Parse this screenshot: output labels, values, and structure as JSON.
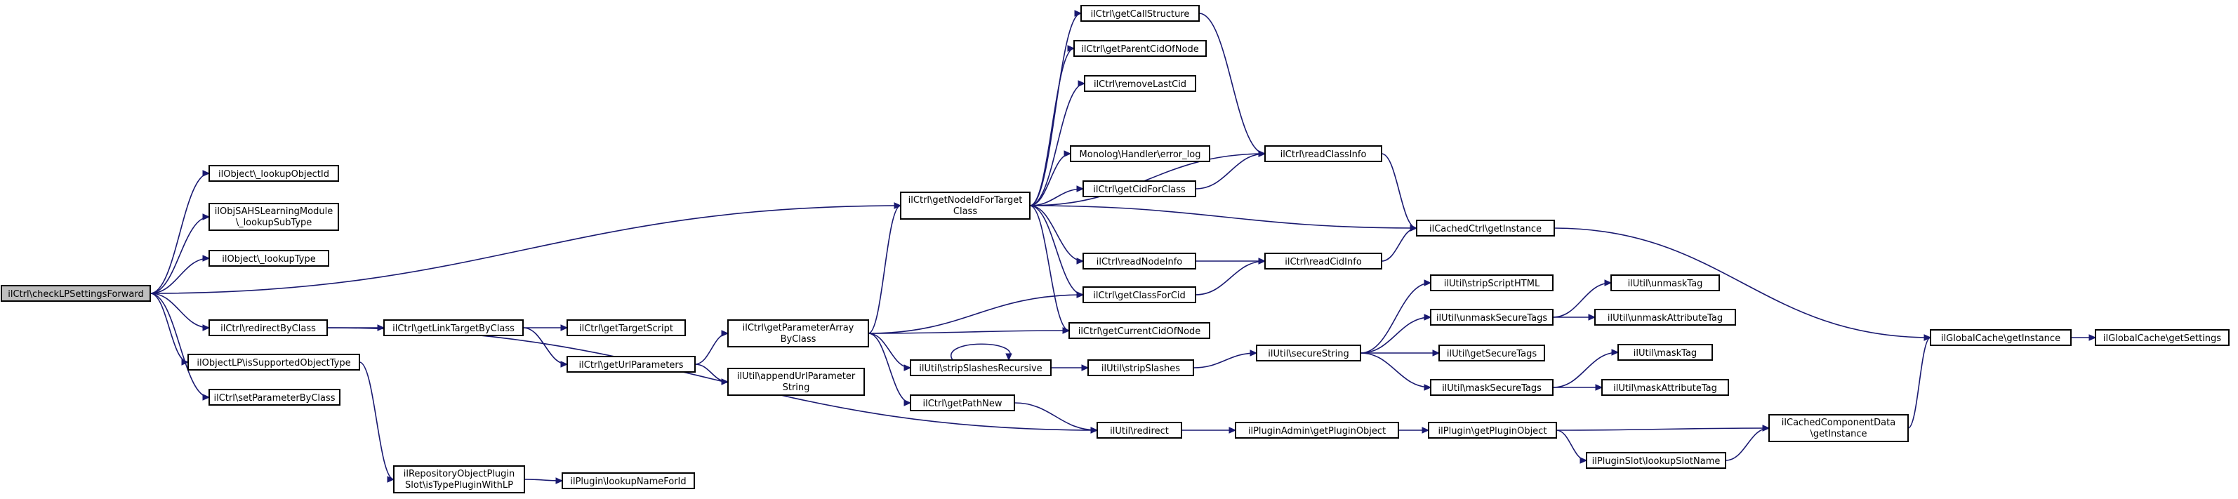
{
  "graph": {
    "colors": {
      "edge": "#191970",
      "node_border": "#000000",
      "root_fill": "#bfbfbf",
      "node_fill": "#ffffff"
    },
    "nodes": [
      {
        "id": "n0",
        "lines": [
          "ilCtrl\\checkLPSettingsForward"
        ],
        "root": true
      },
      {
        "id": "n1",
        "lines": [
          "ilObject\\_lookupObjectId"
        ]
      },
      {
        "id": "n2",
        "lines": [
          "ilObjSAHSLearningModule",
          "\\_lookupSubType"
        ]
      },
      {
        "id": "n3",
        "lines": [
          "ilObject\\_lookupType"
        ]
      },
      {
        "id": "n4",
        "lines": [
          "ilCtrl\\getNodeIdForTarget",
          "Class"
        ]
      },
      {
        "id": "n5",
        "lines": [
          "ilCtrl\\redirectByClass"
        ]
      },
      {
        "id": "n6",
        "lines": [
          "ilObjectLP\\isSupportedObjectType"
        ]
      },
      {
        "id": "n7",
        "lines": [
          "ilCtrl\\setParameterByClass"
        ]
      },
      {
        "id": "n8",
        "lines": [
          "ilCtrl\\getCallStructure"
        ]
      },
      {
        "id": "n9",
        "lines": [
          "ilCtrl\\getParentCidOfNode"
        ]
      },
      {
        "id": "n10",
        "lines": [
          "ilCtrl\\removeLastCid"
        ]
      },
      {
        "id": "n11",
        "lines": [
          "Monolog\\Handler\\error_log"
        ]
      },
      {
        "id": "n12",
        "lines": [
          "ilCtrl\\getCidForClass"
        ]
      },
      {
        "id": "n13",
        "lines": [
          "ilCtrl\\readClassInfo"
        ]
      },
      {
        "id": "n14",
        "lines": [
          "ilCachedCtrl\\getInstance"
        ]
      },
      {
        "id": "n15",
        "lines": [
          "ilCtrl\\readNodeInfo"
        ]
      },
      {
        "id": "n16",
        "lines": [
          "ilCtrl\\readCidInfo"
        ]
      },
      {
        "id": "n17",
        "lines": [
          "ilCtrl\\getClassForCid"
        ]
      },
      {
        "id": "n18",
        "lines": [
          "ilCtrl\\getCurrentCidOfNode"
        ]
      },
      {
        "id": "n19",
        "lines": [
          "ilCtrl\\getLinkTargetByClass"
        ]
      },
      {
        "id": "n20",
        "lines": [
          "ilCtrl\\getTargetScript"
        ]
      },
      {
        "id": "n21",
        "lines": [
          "ilCtrl\\getUrlParameters"
        ]
      },
      {
        "id": "n22",
        "lines": [
          "ilCtrl\\getParameterArray",
          "ByClass"
        ]
      },
      {
        "id": "n23",
        "lines": [
          "ilUtil\\appendUrlParameter",
          "String"
        ]
      },
      {
        "id": "n24",
        "lines": [
          "ilUtil\\stripSlashesRecursive"
        ]
      },
      {
        "id": "n25",
        "lines": [
          "ilCtrl\\getPathNew"
        ]
      },
      {
        "id": "n26",
        "lines": [
          "ilUtil\\stripSlashes"
        ]
      },
      {
        "id": "n27",
        "lines": [
          "ilUtil\\secureString"
        ]
      },
      {
        "id": "n28",
        "lines": [
          "ilUtil\\stripScriptHTML"
        ]
      },
      {
        "id": "n29",
        "lines": [
          "ilUtil\\unmaskSecureTags"
        ]
      },
      {
        "id": "n30",
        "lines": [
          "ilUtil\\getSecureTags"
        ]
      },
      {
        "id": "n31",
        "lines": [
          "ilUtil\\maskSecureTags"
        ]
      },
      {
        "id": "n32",
        "lines": [
          "ilUtil\\unmaskTag"
        ]
      },
      {
        "id": "n33",
        "lines": [
          "ilUtil\\unmaskAttributeTag"
        ]
      },
      {
        "id": "n34",
        "lines": [
          "ilUtil\\maskTag"
        ]
      },
      {
        "id": "n35",
        "lines": [
          "ilUtil\\maskAttributeTag"
        ]
      },
      {
        "id": "n36",
        "lines": [
          "ilUtil\\redirect"
        ]
      },
      {
        "id": "n37",
        "lines": [
          "ilPluginAdmin\\getPluginObject"
        ]
      },
      {
        "id": "n38",
        "lines": [
          "ilPlugin\\getPluginObject"
        ]
      },
      {
        "id": "n39",
        "lines": [
          "ilPluginSlot\\lookupSlotName"
        ]
      },
      {
        "id": "n40",
        "lines": [
          "ilCachedComponentData",
          "\\getInstance"
        ]
      },
      {
        "id": "n41",
        "lines": [
          "ilGlobalCache\\getInstance"
        ]
      },
      {
        "id": "n42",
        "lines": [
          "ilGlobalCache\\getSettings"
        ]
      },
      {
        "id": "n43",
        "lines": [
          "ilRepositoryObjectPlugin",
          "Slot\\isTypePluginWithLP"
        ]
      },
      {
        "id": "n44",
        "lines": [
          "ilPlugin\\lookupNameForId"
        ]
      }
    ],
    "edges": [
      [
        "n0",
        "n1"
      ],
      [
        "n0",
        "n2"
      ],
      [
        "n0",
        "n3"
      ],
      [
        "n0",
        "n4"
      ],
      [
        "n0",
        "n5"
      ],
      [
        "n0",
        "n6"
      ],
      [
        "n0",
        "n7"
      ],
      [
        "n4",
        "n8"
      ],
      [
        "n4",
        "n9"
      ],
      [
        "n4",
        "n10"
      ],
      [
        "n4",
        "n11"
      ],
      [
        "n4",
        "n12"
      ],
      [
        "n4",
        "n13"
      ],
      [
        "n4",
        "n14"
      ],
      [
        "n4",
        "n15"
      ],
      [
        "n4",
        "n17"
      ],
      [
        "n4",
        "n18"
      ],
      [
        "n8",
        "n13"
      ],
      [
        "n12",
        "n13"
      ],
      [
        "n13",
        "n14"
      ],
      [
        "n15",
        "n16"
      ],
      [
        "n17",
        "n16"
      ],
      [
        "n16",
        "n14"
      ],
      [
        "n14",
        "n41"
      ],
      [
        "n5",
        "n19"
      ],
      [
        "n5",
        "n36"
      ],
      [
        "n19",
        "n20"
      ],
      [
        "n19",
        "n21"
      ],
      [
        "n21",
        "n22"
      ],
      [
        "n21",
        "n23"
      ],
      [
        "n22",
        "n4"
      ],
      [
        "n22",
        "n17"
      ],
      [
        "n22",
        "n18"
      ],
      [
        "n22",
        "n24"
      ],
      [
        "n22",
        "n25"
      ],
      [
        "n24",
        "n24"
      ],
      [
        "n24",
        "n26"
      ],
      [
        "n26",
        "n27"
      ],
      [
        "n27",
        "n28"
      ],
      [
        "n27",
        "n29"
      ],
      [
        "n27",
        "n30"
      ],
      [
        "n27",
        "n31"
      ],
      [
        "n29",
        "n32"
      ],
      [
        "n29",
        "n33"
      ],
      [
        "n31",
        "n34"
      ],
      [
        "n31",
        "n35"
      ],
      [
        "n25",
        "n36"
      ],
      [
        "n36",
        "n37"
      ],
      [
        "n37",
        "n38"
      ],
      [
        "n38",
        "n40"
      ],
      [
        "n38",
        "n39"
      ],
      [
        "n39",
        "n40"
      ],
      [
        "n40",
        "n41"
      ],
      [
        "n41",
        "n42"
      ],
      [
        "n6",
        "n43"
      ],
      [
        "n43",
        "n44"
      ]
    ]
  }
}
